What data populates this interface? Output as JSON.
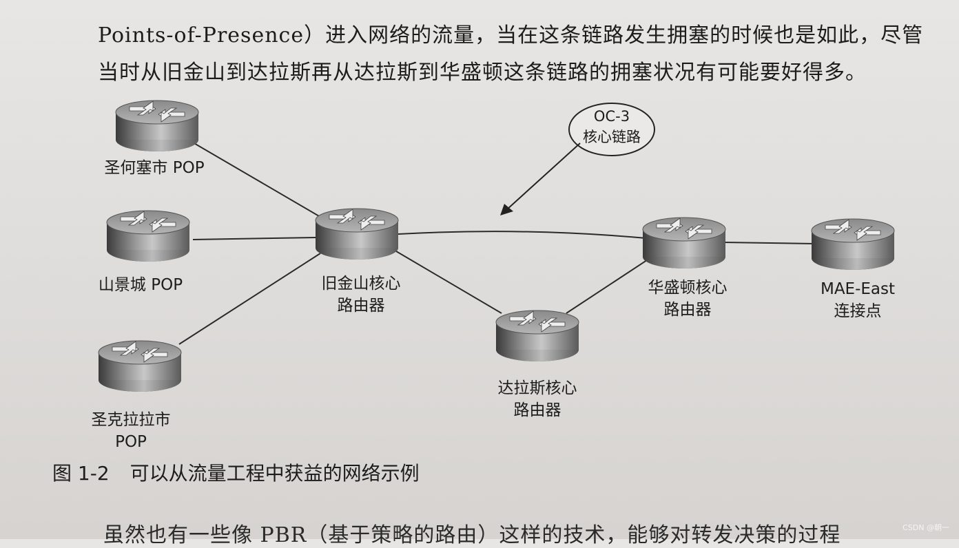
{
  "body_text": {
    "line1": "Points-of-Presence）进入网络的流量，当在这条链路发生拥塞的时候也是如此，尽管",
    "line2": "当时从旧金山到达拉斯再从达拉斯到华盛顿这条链路的拥塞状况有可能要好得多。",
    "bottom_partial": "虽然也有一些像 PBR（基于策略的路由）这样的技术，能够对转发决策的过程"
  },
  "nodes": {
    "san_jose": {
      "lines": [
        "圣何塞市 POP"
      ]
    },
    "mountain_view": {
      "lines": [
        "山景城 POP"
      ]
    },
    "santa_clara": {
      "lines": [
        "圣克拉拉市",
        "POP"
      ]
    },
    "sf_core": {
      "lines": [
        "旧金山核心",
        "路由器"
      ]
    },
    "dallas_core": {
      "lines": [
        "达拉斯核心",
        "路由器"
      ]
    },
    "dc_core": {
      "lines": [
        "华盛顿核心",
        "路由器"
      ]
    },
    "mae_east": {
      "lines": [
        "MAE-East",
        "连接点"
      ]
    }
  },
  "callout": {
    "lines": [
      "OC-3",
      "核心链路"
    ]
  },
  "caption": {
    "number": "图 1-2",
    "text": "可以从流量工程中获益的网络示例"
  },
  "watermark": "CSDN @朝一"
}
